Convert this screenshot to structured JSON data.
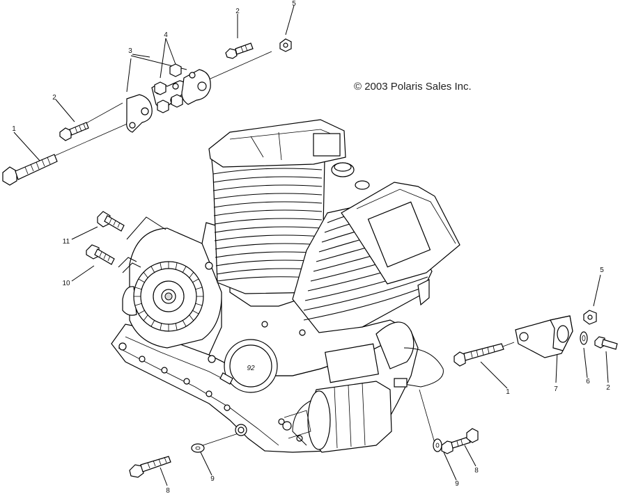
{
  "copyright": "© 2003 Polaris Sales Inc.",
  "engine_badge": "92",
  "callouts": {
    "c1a": "1",
    "c2a": "2",
    "c3": "3",
    "c4": "4",
    "c2b": "2",
    "c5a": "5",
    "c11": "11",
    "c10": "10",
    "c5b": "5",
    "c1b": "1",
    "c7": "7",
    "c6": "6",
    "c2c": "2",
    "c8a": "8",
    "c9a": "9",
    "c9b": "9",
    "c8b": "8"
  }
}
